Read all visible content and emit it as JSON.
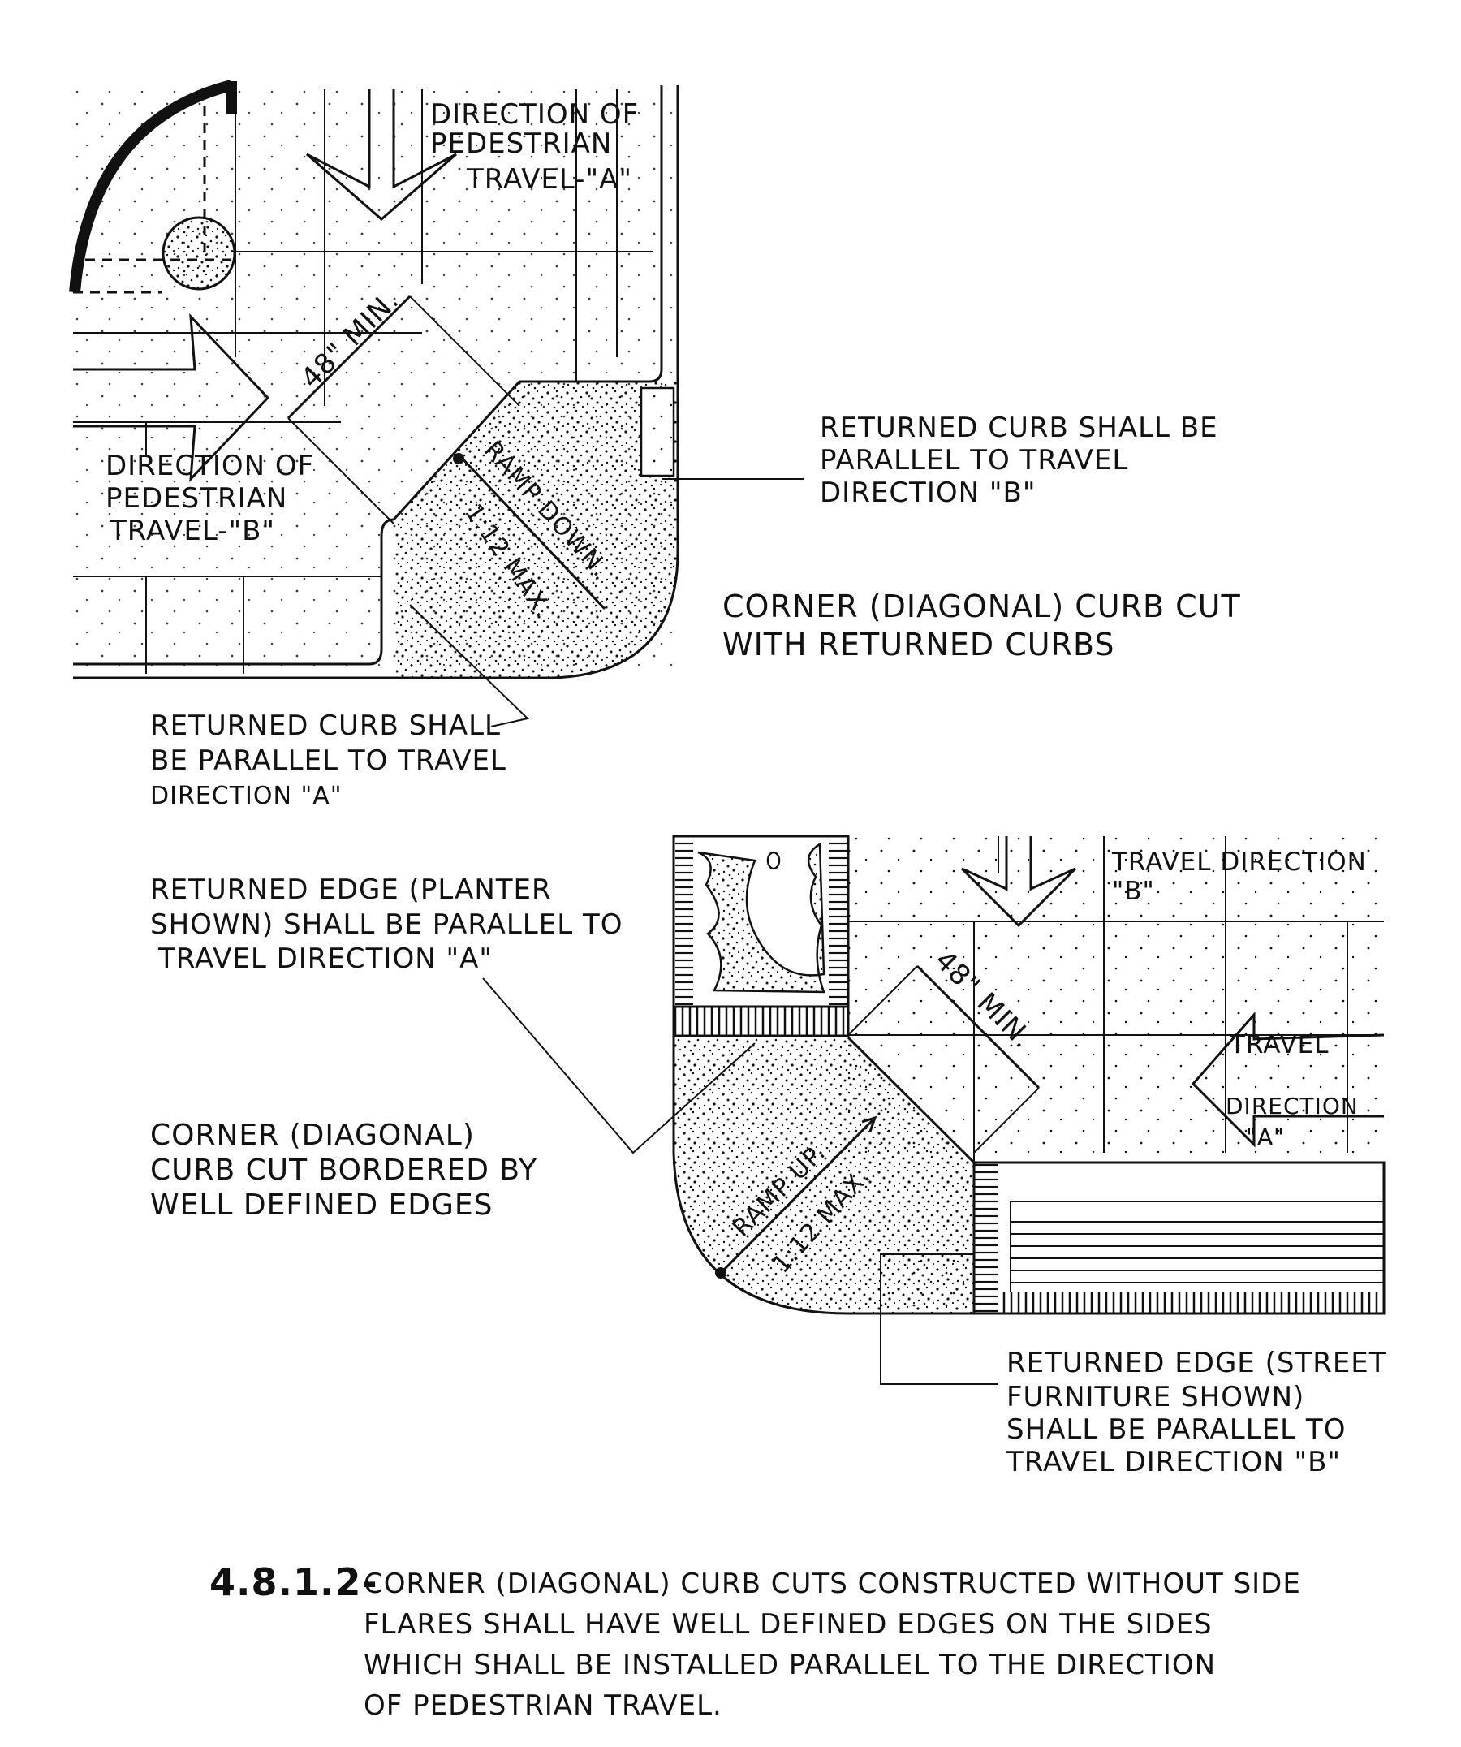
{
  "top_figure": {
    "dir_a_line1": "DIRECTION OF",
    "dir_a_line2": "PEDESTRIAN",
    "dir_a_line3": "TRAVEL-\"A\"",
    "dir_b_line1": "DIRECTION OF",
    "dir_b_line2": "PEDESTRIAN",
    "dir_b_line3": "TRAVEL-\"B\"",
    "min_width": "48\" MIN.",
    "ramp_label": "RAMP DOWN.",
    "slope_label": "1:12 MAX.",
    "note_b_line1": "RETURNED CURB SHALL BE",
    "note_b_line2": "PARALLEL TO TRAVEL",
    "note_b_line3": "DIRECTION \"B\"",
    "note_a_line1": "RETURNED CURB SHALL",
    "note_a_line2": "BE PARALLEL TO TRAVEL",
    "note_a_line3": "DIRECTION \"A\"",
    "title_line1": "CORNER (DIAGONAL) CURB CUT",
    "title_line2": "WITH RETURNED CURBS"
  },
  "bottom_figure": {
    "travel_b_line1": "TRAVEL DIRECTION",
    "travel_b_line2": "\"B\"",
    "travel_a_line1": "TRAVEL",
    "travel_a_line2": "DIRECTION",
    "travel_a_line3": "\"A\"",
    "min_width": "48\" MIN.",
    "ramp_label": "RAMP UP.",
    "slope_label": "1:12 MAX.",
    "planter_line1": "RETURNED EDGE (PLANTER",
    "planter_line2": "SHOWN) SHALL BE PARALLEL TO",
    "planter_line3": "TRAVEL DIRECTION \"A\"",
    "title_line1": "CORNER (DIAGONAL)",
    "title_line2": "CURB CUT BORDERED BY",
    "title_line3": "WELL DEFINED EDGES",
    "furniture_line1": "RETURNED EDGE (STREET",
    "furniture_line2": "FURNITURE SHOWN)",
    "furniture_line3": "SHALL BE PARALLEL TO",
    "furniture_line4": "TRAVEL DIRECTION \"B\""
  },
  "caption": {
    "number": "4.8.1.2-",
    "line1": "CORNER (DIAGONAL) CURB CUTS CONSTRUCTED WITHOUT SIDE",
    "line2": "FLARES SHALL HAVE WELL DEFINED EDGES ON THE SIDES",
    "line3": "WHICH SHALL BE INSTALLED PARALLEL TO THE DIRECTION",
    "line4": "OF PEDESTRIAN TRAVEL."
  }
}
